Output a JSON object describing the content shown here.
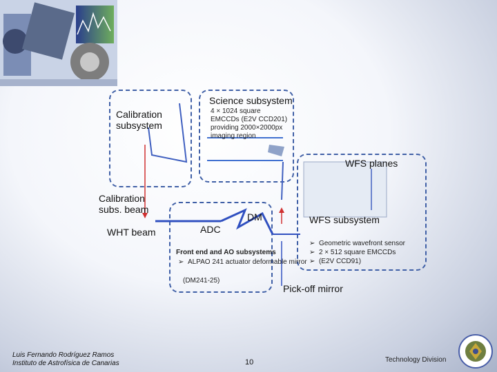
{
  "slide": {
    "title": "AOLI",
    "page_number": "10",
    "author": "Luis Fernando Rodríguez Ramos",
    "institute": "Instituto de Astrofísica de Canarias",
    "division": "Technology Division"
  },
  "diagram": {
    "calibration_subsystem": "Calibration\nsubsystem",
    "science_subsystem": "Science subsystem",
    "science_details": [
      "4 × 1024 square",
      "EMCCDs (E2V CCD201)",
      "providing 2000×2000px",
      "imaging region"
    ],
    "wfs_planes": "WFS planes",
    "wfs_subsystem": "WFS subsystem",
    "wfs_bullets": [
      "Geometric wavefront sensor",
      "2 × 512 square EMCCDs",
      "(E2V CCD91)"
    ],
    "calibration_beam": "Calibration\nsubs. beam",
    "wht_beam": "WHT beam",
    "adc": "ADC",
    "dm": "DM",
    "frontend_title": "Front end and AO subsystems",
    "frontend_bullet": "ALPAO 241 actuator deformable mirror",
    "frontend_model": "(DM241-25)",
    "pickoff": "Pick-off mirror"
  }
}
